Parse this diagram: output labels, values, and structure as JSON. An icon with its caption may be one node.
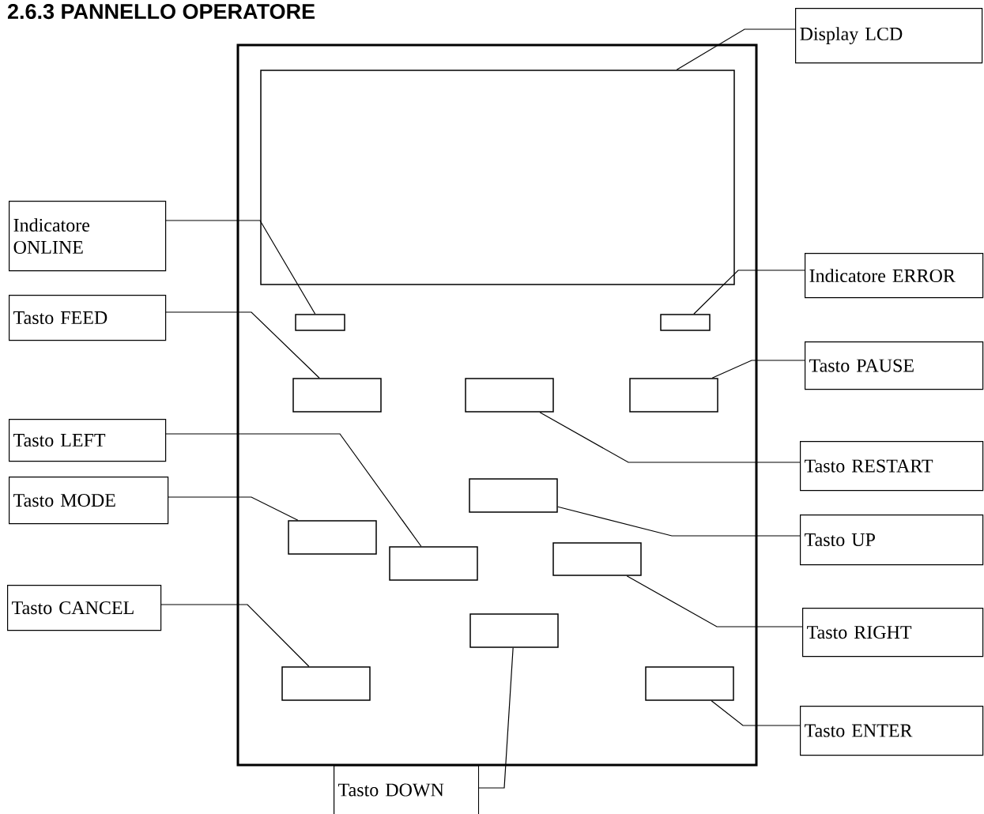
{
  "diagram": {
    "title": "2.6.3 PANNELLO OPERATORE",
    "nodes": [
      {
        "text": [],
        "shape": "box"
      },
      {
        "text": [
          "Display LCD"
        ]
      },
      {
        "text": [],
        "shape": "box",
        "in": 0
      },
      {
        "text": [
          "Indicatore ONLINE"
        ]
      },
      {
        "text": [
          "Indicatore ERROR"
        ]
      },
      {
        "text": [],
        "shape": "box",
        "in": 0
      },
      {
        "text": [],
        "shape": "box",
        "in": 0
      },
      {
        "text": [
          "Tasto FEED"
        ]
      },
      {
        "text": [
          "Tasto PAUSE"
        ]
      },
      {
        "text": [],
        "shape": "box",
        "in": 0
      },
      {
        "text": [],
        "shape": "box",
        "in": 0
      },
      {
        "text": [],
        "shape": "box",
        "in": 0
      },
      {
        "text": [
          "Tasto LEFT"
        ]
      },
      {
        "text": [
          "Tasto RESTART"
        ]
      },
      {
        "text": [
          "Tasto MODE"
        ]
      },
      {
        "text": [],
        "shape": "box",
        "in": 0
      },
      {
        "text": [
          "Tasto UP"
        ]
      },
      {
        "text": [],
        "shape": "box",
        "in": 0
      },
      {
        "text": [],
        "shape": "box",
        "in": 0
      },
      {
        "text": [],
        "shape": "box",
        "in": 0
      },
      {
        "text": [
          "Tasto CANCEL"
        ]
      },
      {
        "text": [
          "Tasto RIGHT"
        ]
      },
      {
        "text": [],
        "shape": "box",
        "in": 0
      },
      {
        "text": [],
        "shape": "box",
        "in": 0
      },
      {
        "text": [],
        "shape": "box",
        "in": 0
      },
      {
        "text": [
          "Tasto ENTER"
        ]
      },
      {
        "text": [
          "Tasto DOWN"
        ]
      }
    ],
    "edges": [
      {
        "from": 1,
        "to": 2,
        "arrow": "none"
      },
      {
        "from": 3,
        "to": 5,
        "arrow": "none"
      },
      {
        "from": 4,
        "to": 6,
        "arrow": "none"
      },
      {
        "from": 7,
        "to": 9,
        "arrow": "none"
      },
      {
        "from": 8,
        "to": 11,
        "arrow": "none"
      },
      {
        "from": 12,
        "to": 18,
        "arrow": "none"
      },
      {
        "from": 13,
        "to": 10,
        "arrow": "none"
      },
      {
        "from": 14,
        "to": 17,
        "arrow": "none"
      },
      {
        "from": 16,
        "to": 15,
        "arrow": "none"
      },
      {
        "from": 20,
        "to": 23,
        "arrow": "none"
      },
      {
        "from": 21,
        "to": 19,
        "arrow": "none"
      },
      {
        "from": 25,
        "to": 24,
        "arrow": "none"
      },
      {
        "from": 26,
        "to": 22,
        "arrow": "none"
      }
    ]
  }
}
